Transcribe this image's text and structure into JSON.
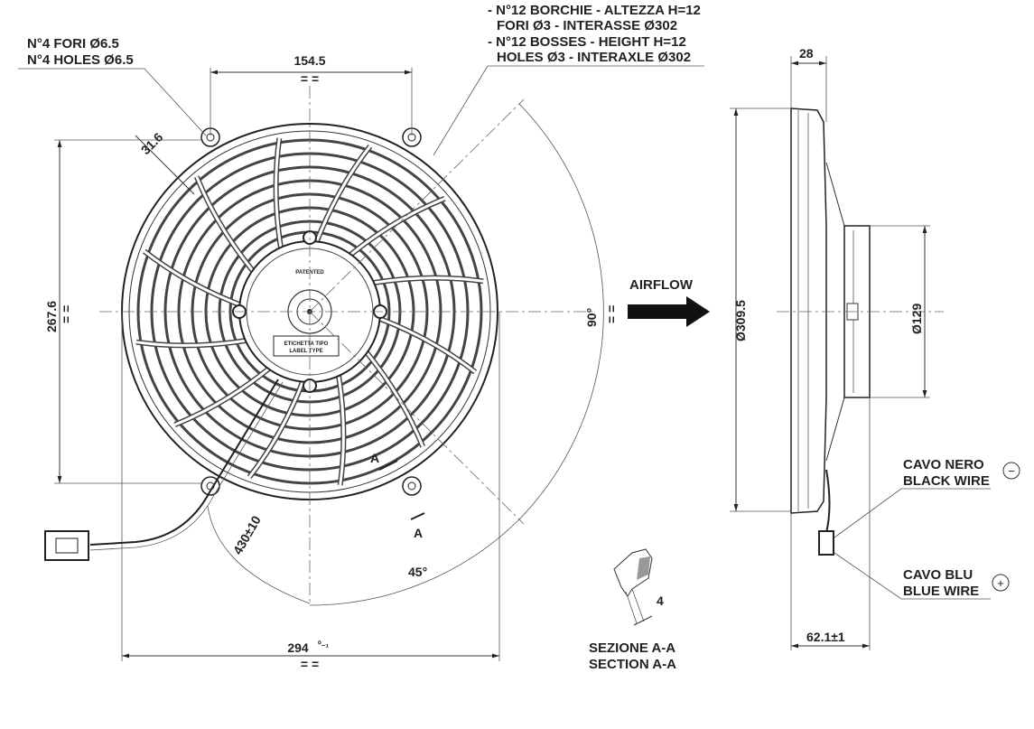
{
  "notes": {
    "holes_it": "N°4 FORI Ø6.5",
    "holes_en": "N°4 HOLES Ø6.5",
    "bosses_it_1": "- N°12 BORCHIE - ALTEZZA H=12",
    "bosses_it_2": "FORI Ø3 - INTERASSE Ø302",
    "bosses_en_1": "- N°12 BOSSES - HEIGHT H=12",
    "bosses_en_2": "HOLES Ø3 - INTERAXLE Ø302"
  },
  "dimensions": {
    "hole_spacing": "154.5",
    "offset": "31.6",
    "height": "267.6",
    "width": "294",
    "width_tol": "⁰₋₁",
    "cable_length": "430±10",
    "angle_90": "90°",
    "angle_45": "45°",
    "diameter": "Ø309.5",
    "motor_diameter": "Ø129",
    "thickness": "28",
    "depth": "62.1±1",
    "section_width": "4",
    "equal_mark": "= ="
  },
  "labels": {
    "airflow": "AIRFLOW",
    "patented": "PATENTED",
    "label_type_it": "ETICHETTA TIPO",
    "label_type_en": "LABEL TYPE",
    "section_mark": "A",
    "section_it": "SEZIONE A-A",
    "section_en": "SECTION A-A",
    "black_wire_it": "CAVO NERO",
    "black_wire_en": "BLACK WIRE",
    "blue_wire_it": "CAVO BLU",
    "blue_wire_en": "BLUE WIRE",
    "negative": "−",
    "positive": "+"
  }
}
